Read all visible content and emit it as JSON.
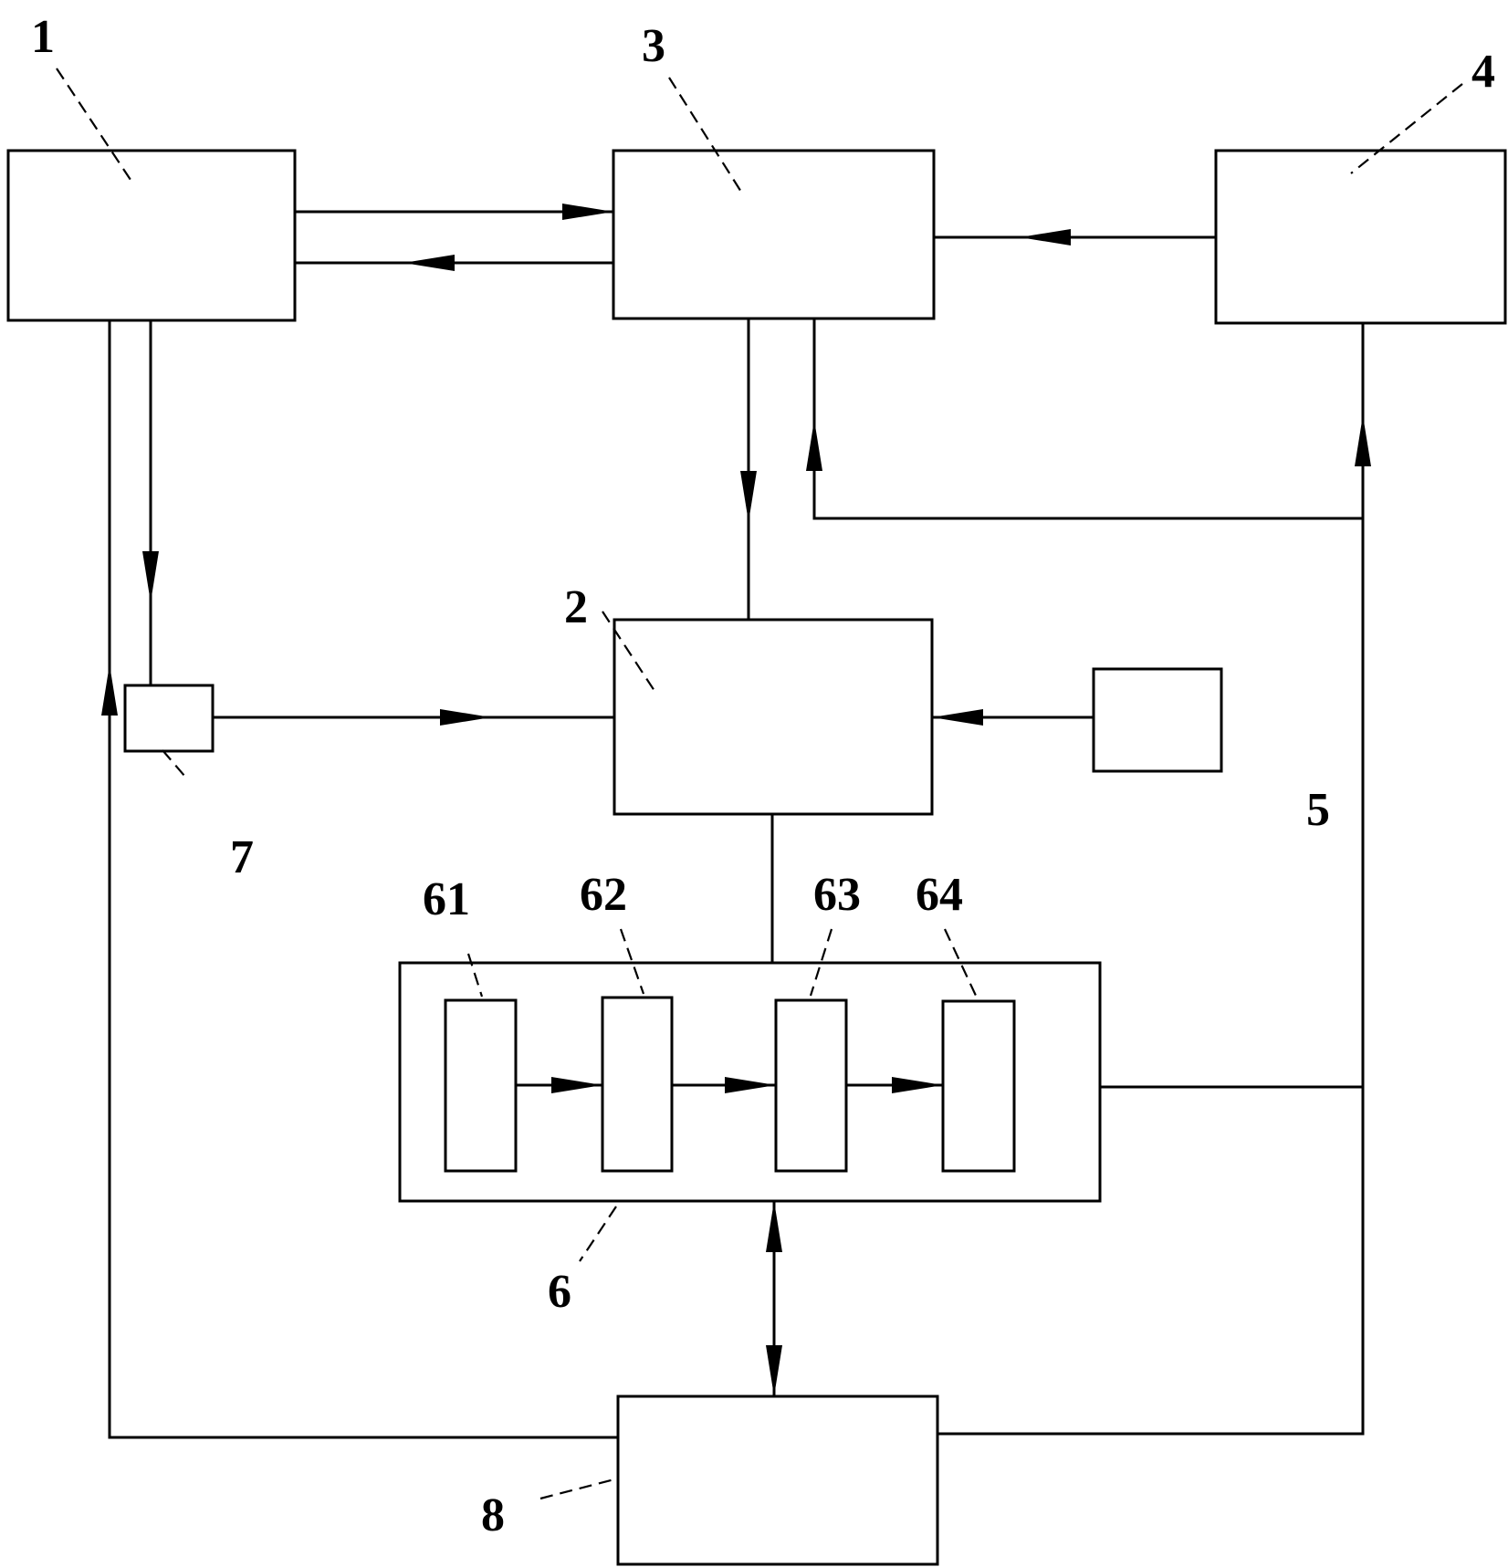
{
  "labels": {
    "box1": "1",
    "box2": "2",
    "box3": "3",
    "box4": "4",
    "line5": "5",
    "box6": "6",
    "box61": "61",
    "box62": "62",
    "box63": "63",
    "box64": "64",
    "box7": "7",
    "box8": "8"
  }
}
